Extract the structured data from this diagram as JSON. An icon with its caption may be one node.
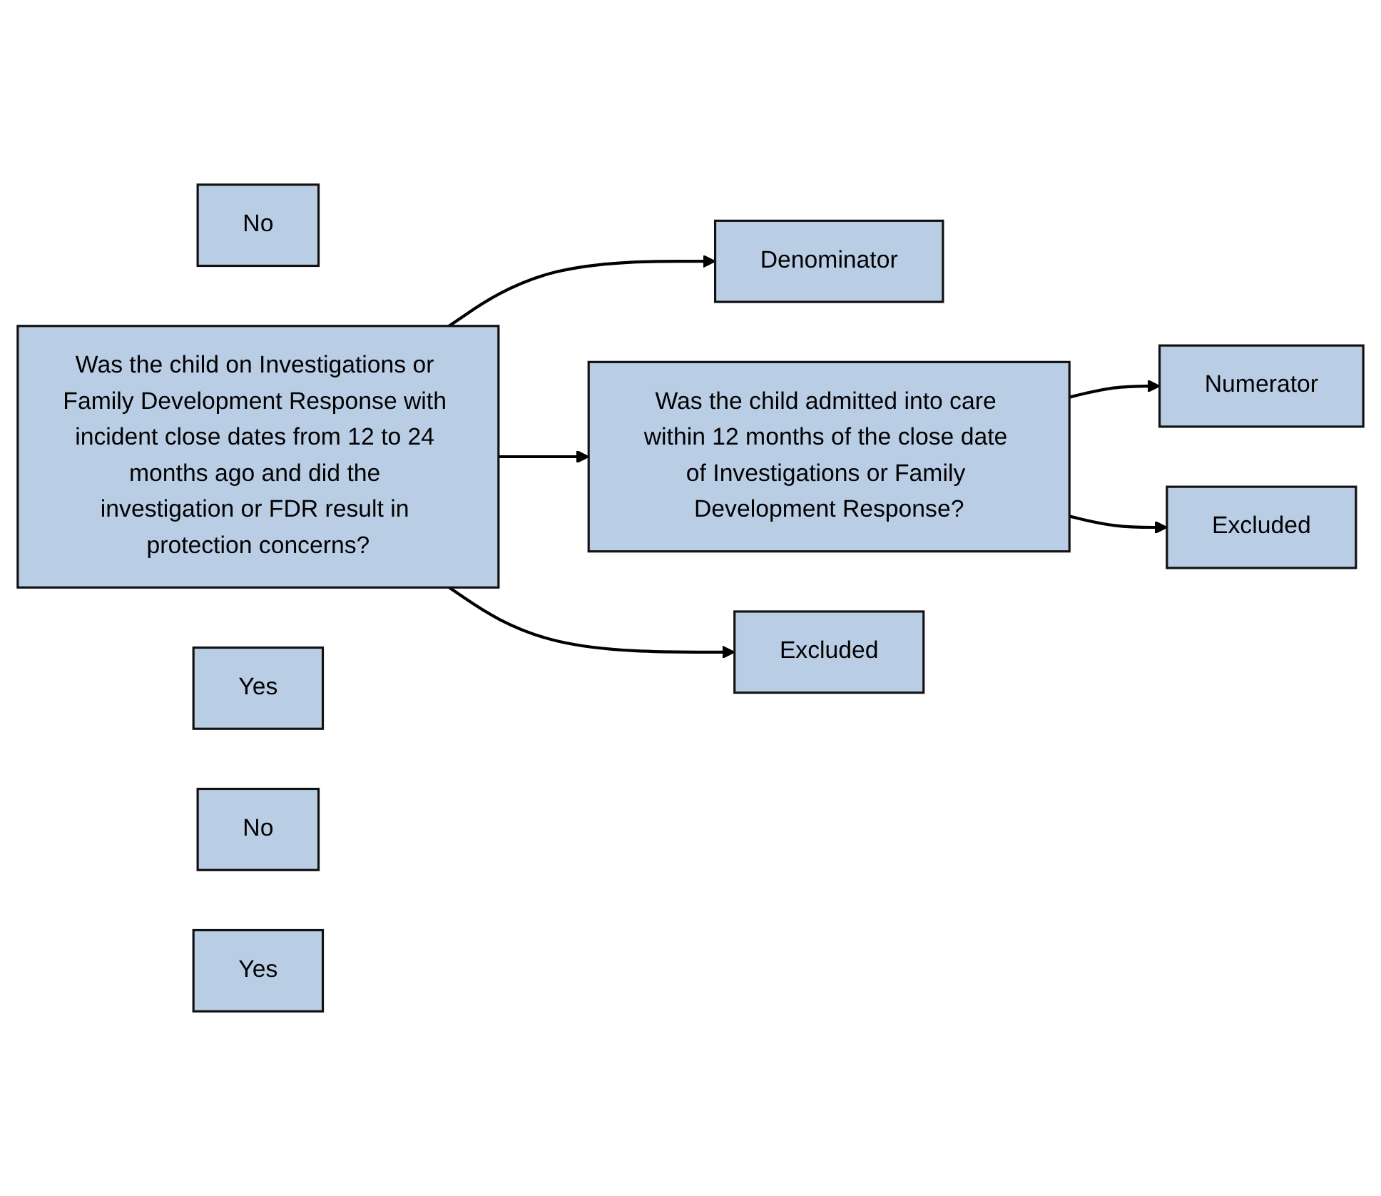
{
  "diagram": {
    "nodes": [
      {
        "text": [
          "Denominator"
        ]
      },
      {
        "text": [
          "Numerator"
        ]
      },
      {
        "text": [
          "No"
        ]
      },
      {
        "text": [
          "Was the child on Investigations or Family Development Response with incident close dates from 12 to 24 months ago and did the investigation or FDR result in protection concerns?"
        ]
      },
      {
        "text": [
          "Yes"
        ]
      },
      {
        "text": [
          "Was the child admitted into care within 12 months of the close date of Investigations or Family Development Response?"
        ]
      },
      {
        "text": [
          "No"
        ]
      },
      {
        "text": [
          "Yes"
        ]
      },
      {
        "text": [
          "Excluded"
        ]
      },
      {
        "text": [
          "Excluded"
        ]
      }
    ],
    "edges": [
      {
        "from": 3,
        "to": 0,
        "arrow": "to"
      },
      {
        "from": 3,
        "to": 5,
        "arrow": "to"
      },
      {
        "from": 5,
        "to": 1,
        "arrow": "to"
      },
      {
        "from": 3,
        "to": 8,
        "arrow": "to"
      },
      {
        "from": 5,
        "to": 9,
        "arrow": "to"
      }
    ]
  }
}
